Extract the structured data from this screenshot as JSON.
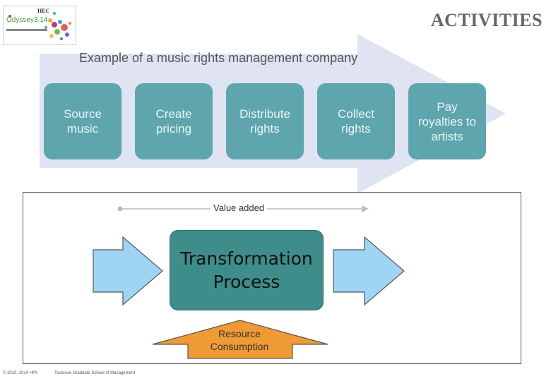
{
  "header": {
    "logo_brand": "Odyssey3.14",
    "logo_hec": "HEC",
    "title": "ACTIVITIES"
  },
  "chain": {
    "caption": "Example of a music rights management company",
    "steps": [
      "Source\nmusic",
      "Create\npricing",
      "Distribute\nrights",
      "Collect\nrights",
      "Pay\nroyalties to\nartists"
    ]
  },
  "process_diagram": {
    "value_added": "Value added",
    "process_label": "Transformation\nProcess",
    "resource_label": "Resource\nConsumption"
  },
  "colors": {
    "step_box": "#5ea5ad",
    "chain_arrow": "#dfe3f2",
    "process_box": "#3f8d8a",
    "io_arrows": "#9fd4f5",
    "resource_arrow": "#f09a35"
  },
  "footer": {
    "copyright": "© 2010, 2014 HPh",
    "school": "Toulouse Graduate School of Management"
  }
}
